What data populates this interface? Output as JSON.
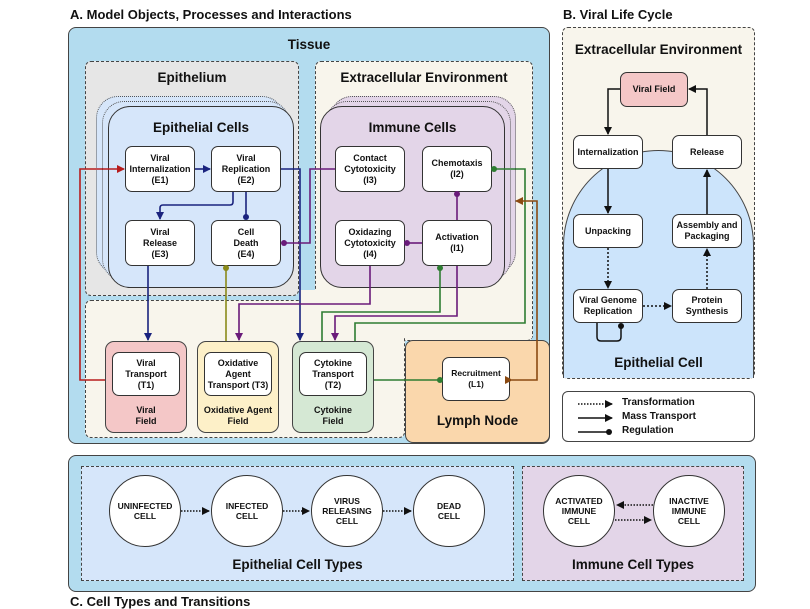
{
  "panel_a": {
    "title": "A. Model Objects, Processes and Interactions",
    "tissue_label": "Tissue",
    "epithelium_label": "Epithelium",
    "extracellular_label": "Extracellular Environment",
    "epithelial_cells_label": "Epithelial Cells",
    "immune_cells_label": "Immune Cells",
    "epithelial_processes": [
      {
        "id": "E1",
        "label": "Viral\nInternalization\n(E1)"
      },
      {
        "id": "E2",
        "label": "Viral\nReplication\n(E2)"
      },
      {
        "id": "E3",
        "label": "Viral\nRelease\n(E3)"
      },
      {
        "id": "E4",
        "label": "Cell\nDeath\n(E4)"
      }
    ],
    "immune_processes": [
      {
        "id": "I3",
        "label": "Contact\nCytotoxicity\n(I3)"
      },
      {
        "id": "I2",
        "label": "Chemotaxis\n(I2)"
      },
      {
        "id": "I4",
        "label": "Oxidazing\nCytotoxicity\n(I4)"
      },
      {
        "id": "I1",
        "label": "Activation\n(I1)"
      }
    ],
    "fields": [
      {
        "id": "T1",
        "process": "Viral\nTransport\n(T1)",
        "field": "Viral\nField",
        "color": "#f4c7c7"
      },
      {
        "id": "T3",
        "process": "Oxidative\nAgent\nTransport (T3)",
        "field": "Oxidative Agent\nField",
        "color": "#fdf0c8"
      },
      {
        "id": "T2",
        "process": "Cytokine\nTransport\n(T2)",
        "field": "Cytokine\nField",
        "color": "#d5e8d4"
      }
    ],
    "lymph_node": {
      "label": "Lymph Node",
      "process": "Recruitment\n(L1)",
      "color": "#fad7ac"
    }
  },
  "panel_b": {
    "title": "B. Viral Life Cycle",
    "extracellular_label": "Extracellular Environment",
    "viral_field": "Viral Field",
    "steps": {
      "internalization": "Internalization",
      "release": "Release",
      "unpacking": "Unpacking",
      "assembly": "Assembly and\nPackaging",
      "genome": "Viral Genome\nReplication",
      "protein": "Protein\nSynthesis"
    },
    "cell_label": "Epithelial Cell"
  },
  "legend": {
    "items": [
      {
        "style": "dotted-arrow",
        "label": "Transformation"
      },
      {
        "style": "solid-arrow",
        "label": "Mass Transport"
      },
      {
        "style": "solid-dot",
        "label": "Regulation"
      }
    ]
  },
  "panel_c": {
    "title": "C. Cell Types and Transitions",
    "epithelial_types_label": "Epithelial Cell Types",
    "epithelial_types": [
      "UNINFECTED\nCELL",
      "INFECTED\nCELL",
      "VIRUS\nRELEASING\nCELL",
      "DEAD\nCELL"
    ],
    "immune_types_label": "Immune Cell Types",
    "immune_types": [
      "ACTIVATED\nIMMUNE\nCELL",
      "INACTIVE\nIMMUNE\nCELL"
    ]
  },
  "colors": {
    "tissue": "#b3dcef",
    "epithelium": "#e6e6e6",
    "extracellular": "#f8f5ec",
    "epithelial_cell": "#d6e6fa",
    "immune_cell": "#e3d5e8",
    "mass_transport_blue": "#1a237e",
    "regulation_purple": "#6a1b7a",
    "regulation_green": "#2e7d32",
    "viral_red": "#b71c1c",
    "oxidative_olive": "#8a8a1a",
    "lymph_brown": "#8b4a12"
  }
}
